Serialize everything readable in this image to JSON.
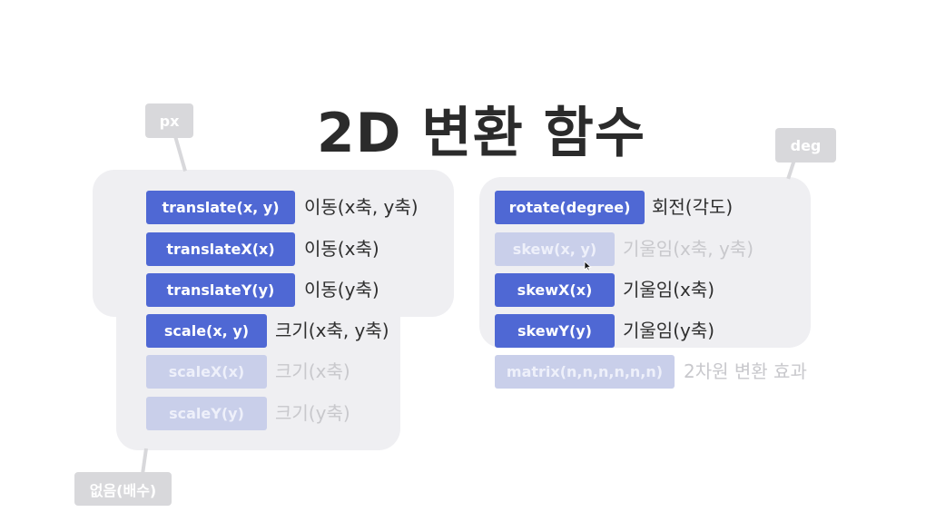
{
  "title": "2D 변환 함수",
  "tags": {
    "px": "px",
    "deg": "deg",
    "none": "없음(배수)"
  },
  "translate_group": [
    {
      "fn": "translate(x, y)",
      "desc": "이동(x축, y축)",
      "active": true
    },
    {
      "fn": "translateX(x)",
      "desc": "이동(x축)",
      "active": true
    },
    {
      "fn": "translateY(y)",
      "desc": "이동(y축)",
      "active": true
    }
  ],
  "scale_group": [
    {
      "fn": "scale(x, y)",
      "desc": "크기(x축, y축)",
      "active": true
    },
    {
      "fn": "scaleX(x)",
      "desc": "크기(x축)",
      "active": false
    },
    {
      "fn": "scaleY(y)",
      "desc": "크기(y축)",
      "active": false
    }
  ],
  "rotate_group": [
    {
      "fn": "rotate(degree)",
      "desc": "회전(각도)",
      "active": true
    },
    {
      "fn": "skew(x, y)",
      "desc": "기울임(x축, y축)",
      "active": false
    },
    {
      "fn": "skewX(x)",
      "desc": "기울임(x축)",
      "active": true
    },
    {
      "fn": "skewY(y)",
      "desc": "기울임(y축)",
      "active": true
    }
  ],
  "matrix": {
    "fn": "matrix(n,n,n,n,n,n)",
    "desc": "2차원 변환 효과",
    "active": false
  },
  "colors": {
    "active": "#4f68d4",
    "inactive": "#c9cfea",
    "panel": "#efeff2",
    "tag": "#d8d8db"
  }
}
